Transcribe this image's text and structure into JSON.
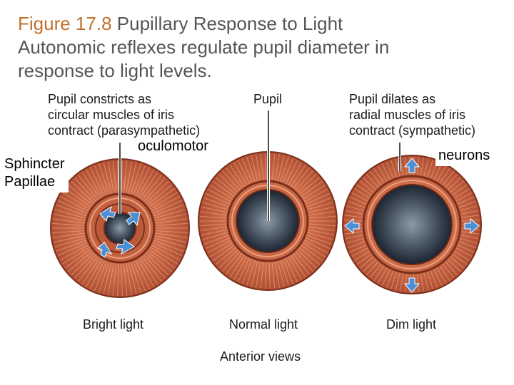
{
  "header": {
    "figure_number": "Figure 17.8",
    "figure_title": "Pupillary Response to Light",
    "line2": "Autonomic reflexes regulate pupil diameter in",
    "line3": "response to light levels."
  },
  "labels": {
    "constricts": [
      "Pupil constricts as",
      "circular muscles of iris",
      "contract (parasympathetic)"
    ],
    "pupil": "Pupil",
    "dilates": [
      "Pupil dilates as",
      "radial muscles of iris",
      "contract (sympathetic)"
    ],
    "sphincter": [
      "Sphincter",
      "Papillae"
    ],
    "oculomotor": "oculomotor",
    "neurons": "neurons",
    "bright": "Bright light",
    "normal": "Normal light",
    "dim": "Dim light",
    "anterior": "Anterior views"
  },
  "colors": {
    "title_accent": "#c0712b",
    "title_text": "#555555",
    "iris": "#c8623f",
    "iris_dark": "#8a3a22",
    "pupil": "#3a4654",
    "arrow": "#4a8fd8"
  },
  "icons": {
    "constrict_arrows": "circular-arrows-icon",
    "dilate_arrows": "outward-arrows-icon"
  }
}
